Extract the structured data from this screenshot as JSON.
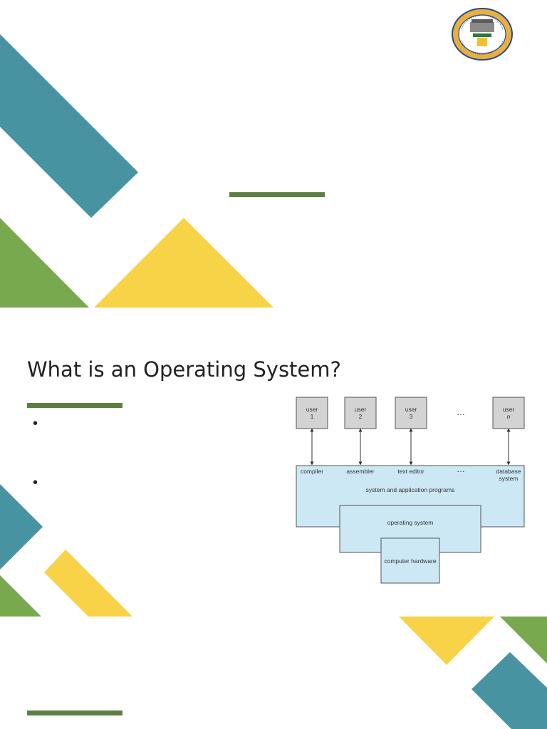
{
  "slide": {
    "title": "What is an Operating System?",
    "bullets": [
      "•",
      "•"
    ]
  },
  "colors": {
    "teal": "#4793a1",
    "green": "#78a94f",
    "yellow": "#f8d247",
    "dark_green": "#5d7f43",
    "box_gray": "#d3d3d3",
    "box_blue": "#cde8f5"
  },
  "logo": {
    "icon": "college-seal-icon",
    "top_text": "College of Technical Engineering"
  },
  "diagram": {
    "users": [
      {
        "line1": "user",
        "line2": "1"
      },
      {
        "line1": "user",
        "line2": "2"
      },
      {
        "line1": "user",
        "line2": "3"
      },
      {
        "line1": "user",
        "line2": "n"
      }
    ],
    "ellipsis": "…",
    "programs": {
      "compiler": "compiler",
      "assembler": "assembler",
      "text_editor": "text editor",
      "ellipsis": "…",
      "database_line1": "database",
      "database_line2": "system",
      "layer_label": "system and application programs"
    },
    "os_label": "operating system",
    "hardware_label": "computer hardware"
  }
}
